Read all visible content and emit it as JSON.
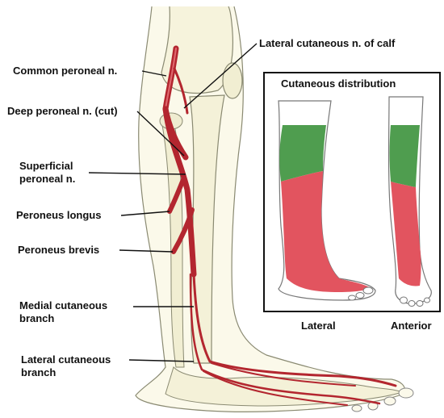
{
  "labels": {
    "common_peroneal": "Common peroneal n.",
    "deep_peroneal": "Deep peroneal n. (cut)",
    "superficial_peroneal_1": "Superficial",
    "superficial_peroneal_2": "peroneal n.",
    "peroneus_longus": "Peroneus longus",
    "peroneus_brevis": "Peroneus brevis",
    "medial_cutaneous_1": "Medial cutaneous",
    "medial_cutaneous_2": "branch",
    "lateral_cutaneous_1": "Lateral cutaneous",
    "lateral_cutaneous_2": "branch",
    "lateral_cutaneous_calf": "Lateral cutaneous n. of calf"
  },
  "inset": {
    "title": "Cutaneous distribution",
    "view_lateral": "Lateral",
    "view_anterior": "Anterior"
  },
  "colors": {
    "nerve": "#b3262f",
    "nerve_light": "#e06a6f",
    "bone": "#f6f3dc",
    "bone_outline": "#8b8b6e",
    "skin_outline": "#777777",
    "region_green": "#4f9d4f",
    "region_pink": "#e2545f"
  }
}
